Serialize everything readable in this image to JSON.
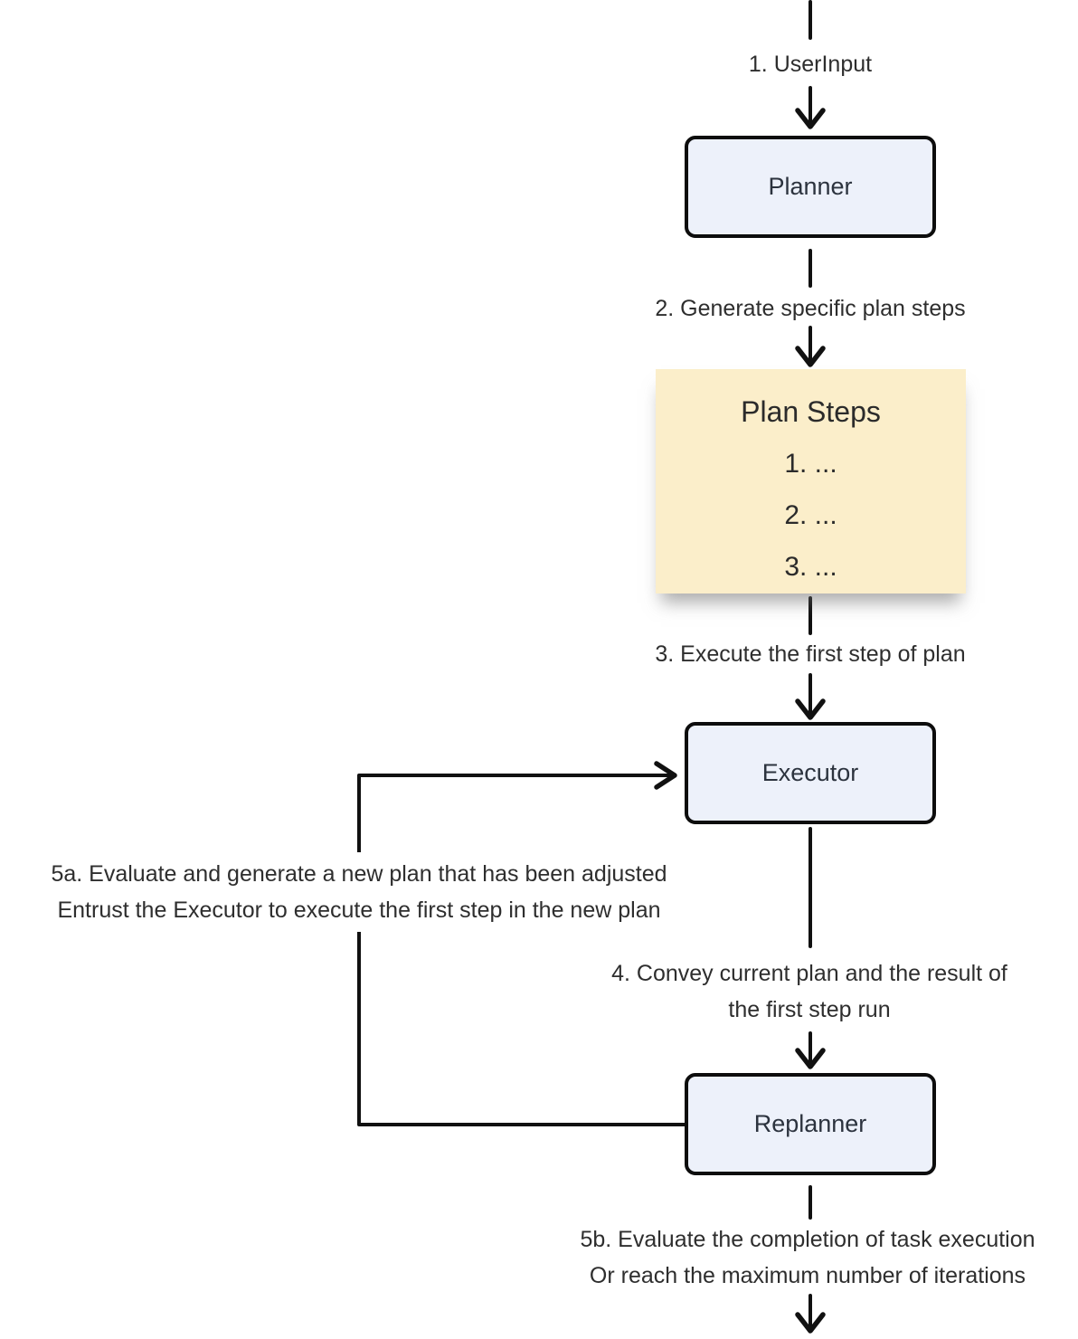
{
  "colors": {
    "background": "#ffffff",
    "node_fill": "#edf1fa",
    "node_border": "#0d0d0d",
    "node_text": "#2c333e",
    "plan_fill": "#fbeeca",
    "plan_text": "#2b2b2b",
    "label_text": "#2e2e2e",
    "line_color": "#111111"
  },
  "nodes": {
    "planner": {
      "label": "Planner"
    },
    "executor": {
      "label": "Executor"
    },
    "replanner": {
      "label": "Replanner"
    }
  },
  "plan_steps": {
    "title": "Plan Steps",
    "items": [
      "1. ...",
      "2. ...",
      "3. ..."
    ]
  },
  "labels": {
    "step1": "1. UserInput",
    "step2": "2. Generate specific plan steps",
    "step3": "3. Execute the first step of plan",
    "step4_line1": "4. Convey current plan and the result of",
    "step4_line2": "the first step run",
    "step5a_line1": "5a. Evaluate and generate a new plan that has been adjusted",
    "step5a_line2": "Entrust the Executor to execute the first step in the new plan",
    "step5b_line1": "5b. Evaluate the completion of task execution",
    "step5b_line2": "Or reach the maximum number of iterations"
  }
}
